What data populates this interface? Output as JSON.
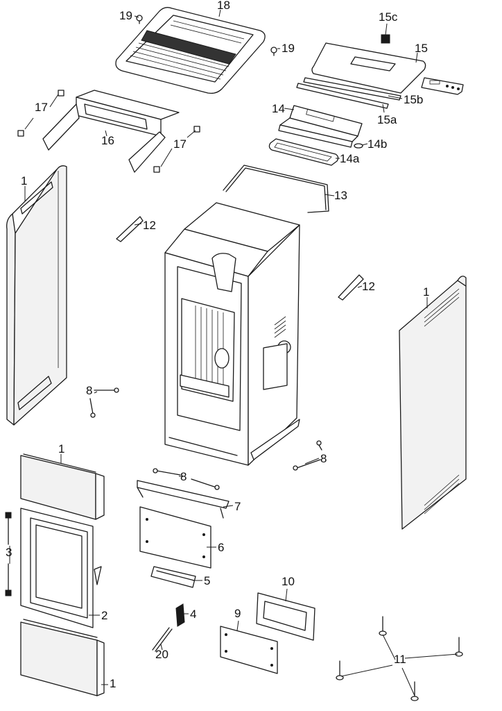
{
  "labels": {
    "p18": "18",
    "p19a": "19",
    "p19b": "19",
    "p15c": "15c",
    "p15": "15",
    "p15b": "15b",
    "p15a": "15a",
    "p14": "14",
    "p14b": "14b",
    "p14a": "14a",
    "p17a": "17",
    "p17b": "17",
    "p16": "16",
    "p13": "13",
    "p1a": "1",
    "p12a": "12",
    "p12b": "12",
    "p1b": "1",
    "p8a": "8",
    "p8b": "8",
    "p8c": "8",
    "p1c": "1",
    "p7": "7",
    "p6": "6",
    "p5": "5",
    "p3": "3",
    "p2": "2",
    "p10": "10",
    "p9": "9",
    "p4": "4",
    "p20": "20",
    "p11": "11",
    "p1d": "1"
  },
  "colors": {
    "line": "#1a1a1a",
    "background": "#ffffff",
    "panel_fill": "#f2f2f2"
  }
}
